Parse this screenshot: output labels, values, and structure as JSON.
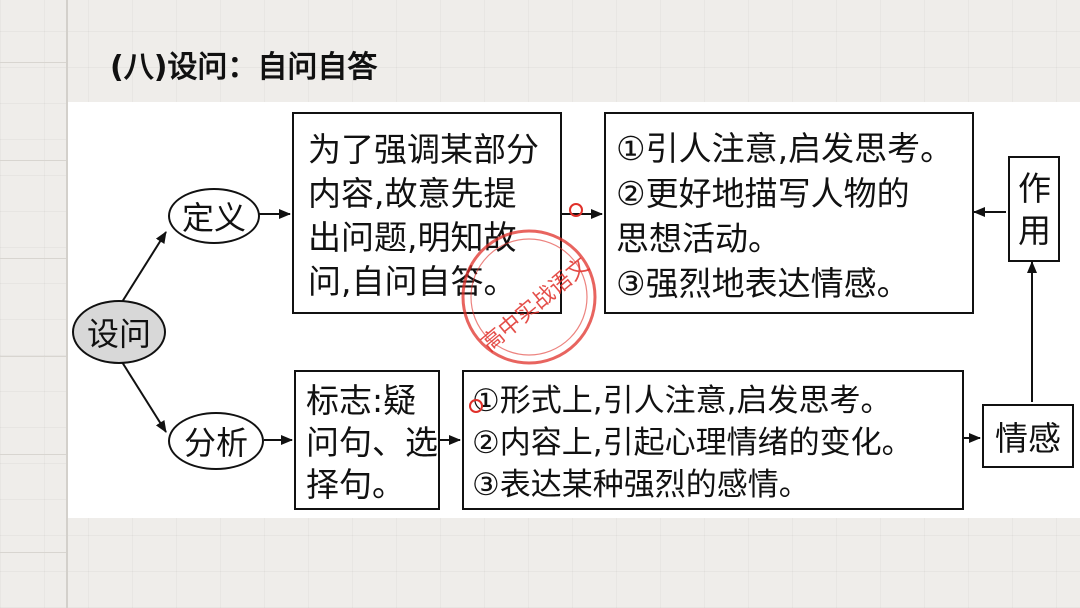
{
  "title": "(八)设问：自问自答",
  "nodes": {
    "root": "设问",
    "branch_def": "定义",
    "branch_ana": "分析",
    "definition_lines": [
      "为了强调某部分",
      "内容,故意先提",
      "出问题,明知故",
      "问,自问自答。"
    ],
    "effect_lines": [
      "①引人注意,启发思考。",
      "②更好地描写人物的",
      "思想活动。",
      "③强烈地表达情感。"
    ],
    "marker_lines": [
      "标志:疑",
      "问句、选",
      "择句。"
    ],
    "analysis_lines": [
      "①形式上,引人注意,启发思考。",
      "②内容上,引起心理情绪的变化。",
      "③表达某种强烈的感情。"
    ],
    "function_label": "作用",
    "emotion_label": "情感"
  },
  "watermark": {
    "text": "高中实战语文",
    "color": "#e0302a"
  }
}
